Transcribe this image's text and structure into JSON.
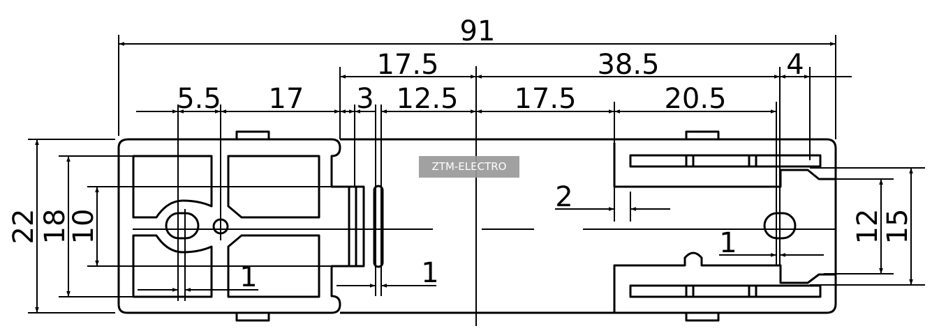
{
  "dimensions": {
    "overall_length": "91",
    "d_17_5_left": "17.5",
    "d_38_5": "38.5",
    "d_4": "4",
    "d_5_5": "5.5",
    "d_17": "17",
    "d_3": "3",
    "d_12_5": "12.5",
    "d_17_5_right": "17.5",
    "d_20_5": "20.5",
    "d_2": "2",
    "d_1_right": "1",
    "d_1_bottom_mid": "1",
    "d_1_bottom_left": "1",
    "height_22": "22",
    "height_18": "18",
    "height_10": "10",
    "height_12": "12",
    "height_15": "15"
  },
  "watermark": "ZTM-ELECTRO",
  "colors": {
    "line": "#000000",
    "background": "#ffffff",
    "watermark_bg": "#9a9a9a"
  }
}
